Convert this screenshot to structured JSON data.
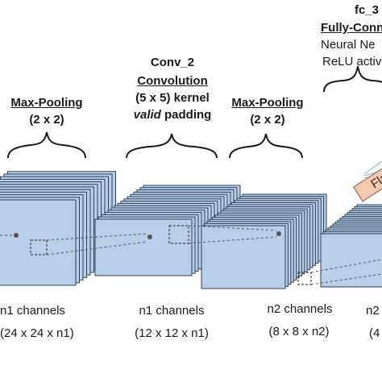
{
  "labels": {
    "pool1_title": "Max-Pooling",
    "pool1_size": "(2 x 2)",
    "conv2_name": "Conv_2",
    "conv2_title": "Convolution",
    "conv2_kernel": "(5 x 5) kernel",
    "conv2_padding_word": "valid",
    "conv2_padding_rest": " padding",
    "pool2_title": "Max-Pooling",
    "pool2_size": "(2 x 2)",
    "fc_name": "fc_3",
    "fc_title": "Fully-Conn",
    "fc_line1": "Neural Ne",
    "fc_line2": "ReLU activ",
    "flatten": "Fla"
  },
  "stages": {
    "s1": {
      "channels": "n1 channels",
      "dims": "(24 x 24 x n1)"
    },
    "s2": {
      "channels": "n1 channels",
      "dims": "(12 x 12 x n1)"
    },
    "s3": {
      "channels": "n2 channels",
      "dims": "(8 x 8 x n2)"
    },
    "s4": {
      "channels": "n2",
      "dims": "(4"
    }
  },
  "colors": {
    "map_fill": "#b9cfe9",
    "map_stroke": "#2f3f56",
    "dash": "#555555",
    "brace": "#1a1a1a"
  }
}
